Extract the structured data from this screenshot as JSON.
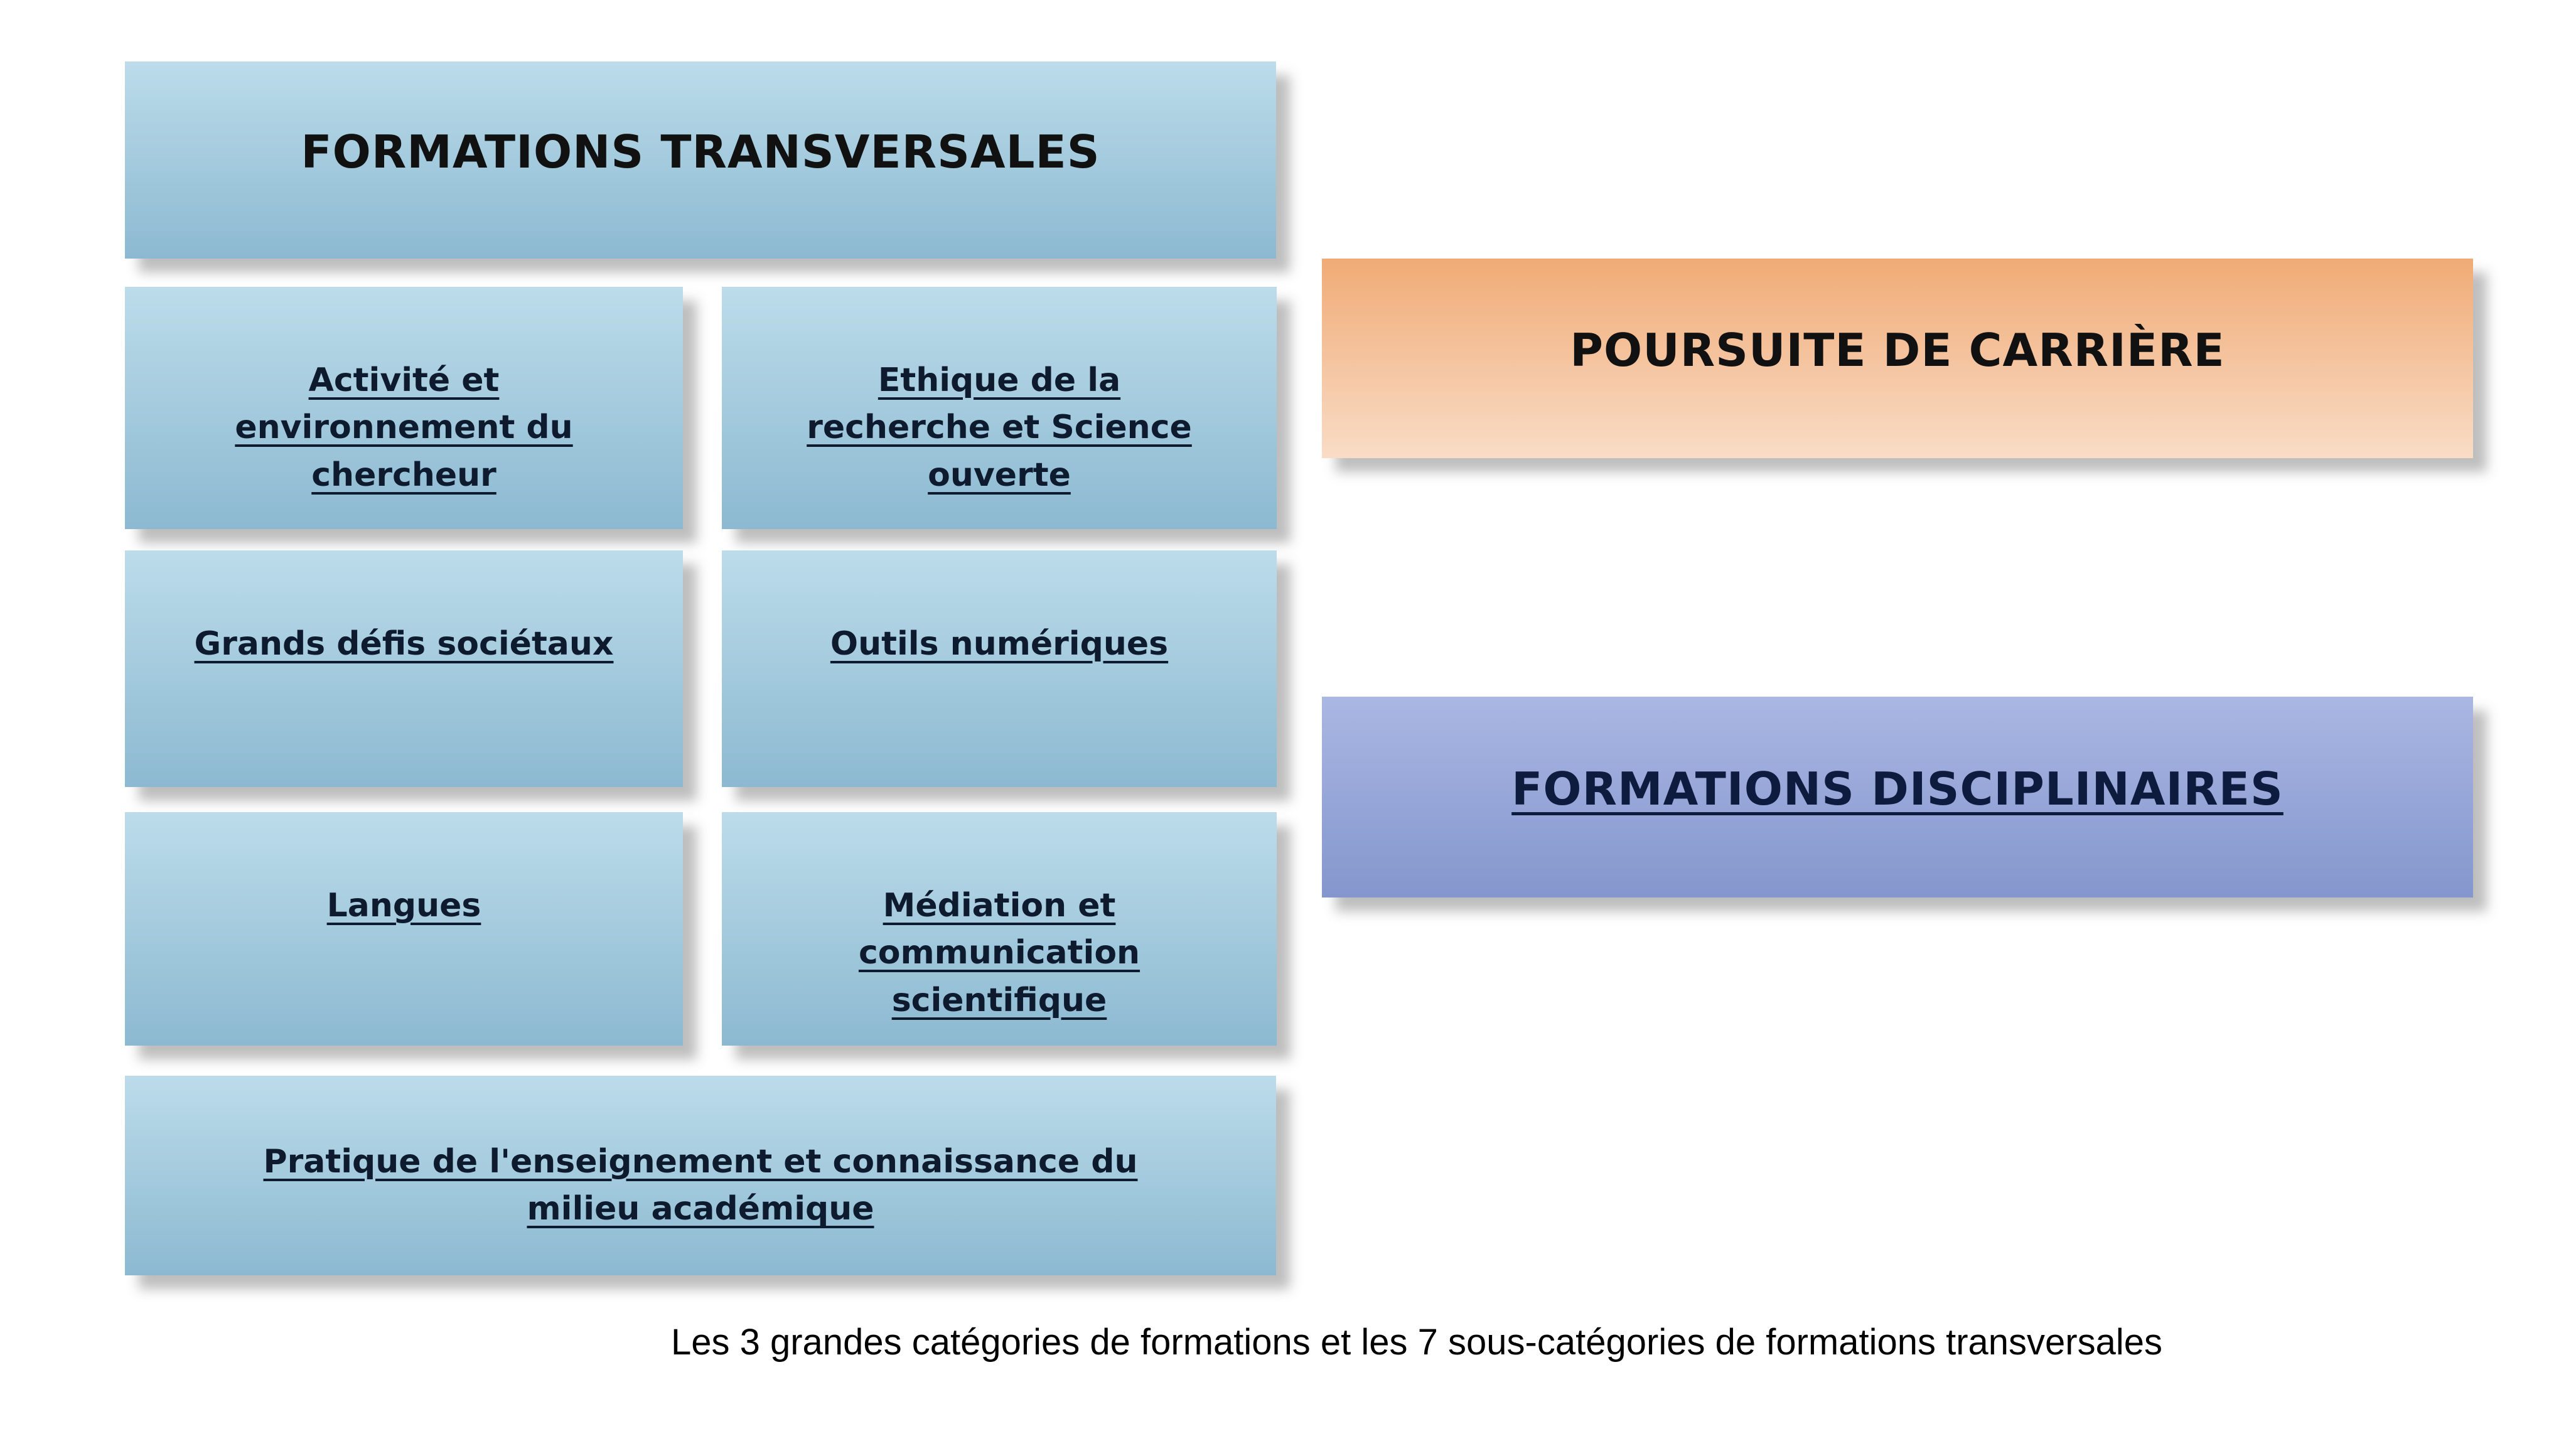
{
  "transversales": {
    "title": "FORMATIONS TRANSVERSALES",
    "items": [
      "Activité et environnement du chercheur",
      "Ethique de la recherche et Science ouverte",
      "Grands défis sociétaux",
      "Outils numériques",
      "Langues",
      "Médiation et communication scientifique",
      "Pratique de l'enseignement et connaissance du milieu académique"
    ]
  },
  "poursuite_carriere": {
    "title": "POURSUITE DE CARRIÈRE"
  },
  "disciplinaires": {
    "title": "FORMATIONS DISCIPLINAIRES"
  },
  "caption": "Les 3 grandes catégories de formations et les 7 sous-catégories de formations transversales",
  "colors": {
    "blue_top": "#bcdcea",
    "blue_bottom": "#8cb9d1",
    "orange_top": "#f0ab76",
    "orange_bottom": "#f9dcc6",
    "purple_top": "#aab7e3",
    "purple_bottom": "#8496cd",
    "text_dark": "#0e1b2e",
    "title_dark": "#111111",
    "disc_title": "#0d1b3e"
  }
}
